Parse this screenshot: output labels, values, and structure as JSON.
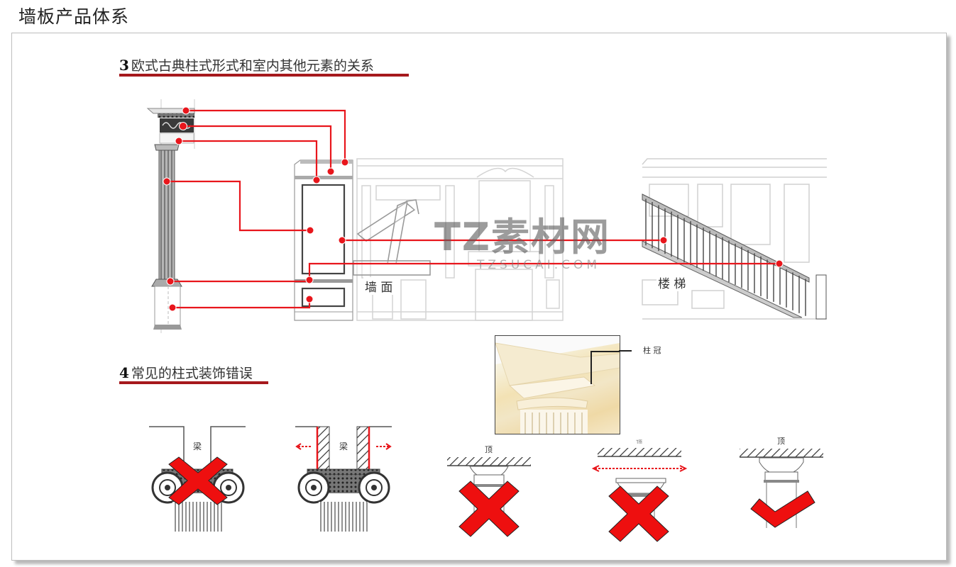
{
  "page": {
    "title": "墙板产品体系"
  },
  "section3": {
    "number": "3",
    "title": "欧式古典柱式形式和室内其他元素的关系",
    "labels": {
      "wall": "墙 面",
      "stairs": "楼 梯"
    }
  },
  "section4": {
    "number": "4",
    "title": "常见的柱式装饰错误",
    "photo_callout": "柱 冠",
    "examples": [
      {
        "label": "梁",
        "verdict": "wrong"
      },
      {
        "label": "梁",
        "verdict": "correct-fix"
      },
      {
        "label": "顶",
        "verdict": "wrong"
      },
      {
        "label": "顶",
        "verdict": "wrong"
      },
      {
        "label": "顶",
        "verdict": "correct"
      }
    ]
  },
  "watermark": {
    "brand_cn": "TZ素材网",
    "brand_en": "TZSUCAI.COM"
  },
  "colors": {
    "accent_red": "#e8161c",
    "rule_red": "#a6191d",
    "line_gray": "#9a9a9a"
  }
}
